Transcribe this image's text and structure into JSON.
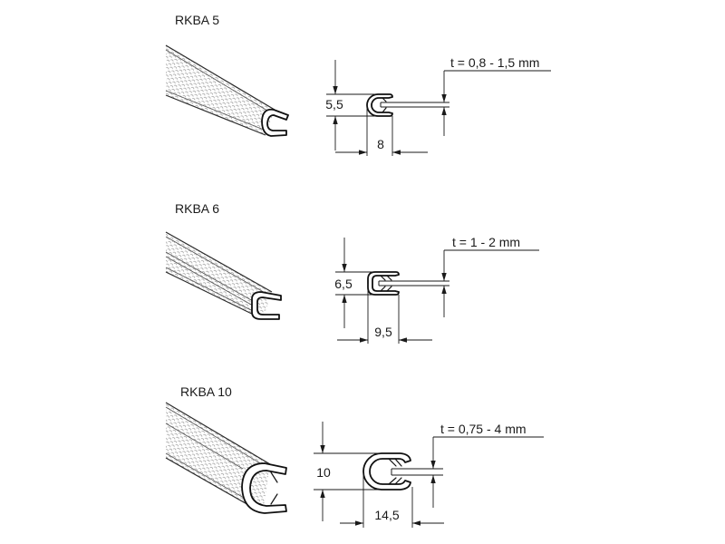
{
  "profiles": [
    {
      "name": "RKBA 5",
      "height": "5,5",
      "width": "8",
      "thickness": "t = 0,8 - 1,5 mm"
    },
    {
      "name": "RKBA 6",
      "height": "6,5",
      "width": "9,5",
      "thickness": "t = 1 - 2 mm"
    },
    {
      "name": "RKBA 10",
      "height": "10",
      "width": "14,5",
      "thickness": "t = 0,75 - 4 mm"
    }
  ]
}
